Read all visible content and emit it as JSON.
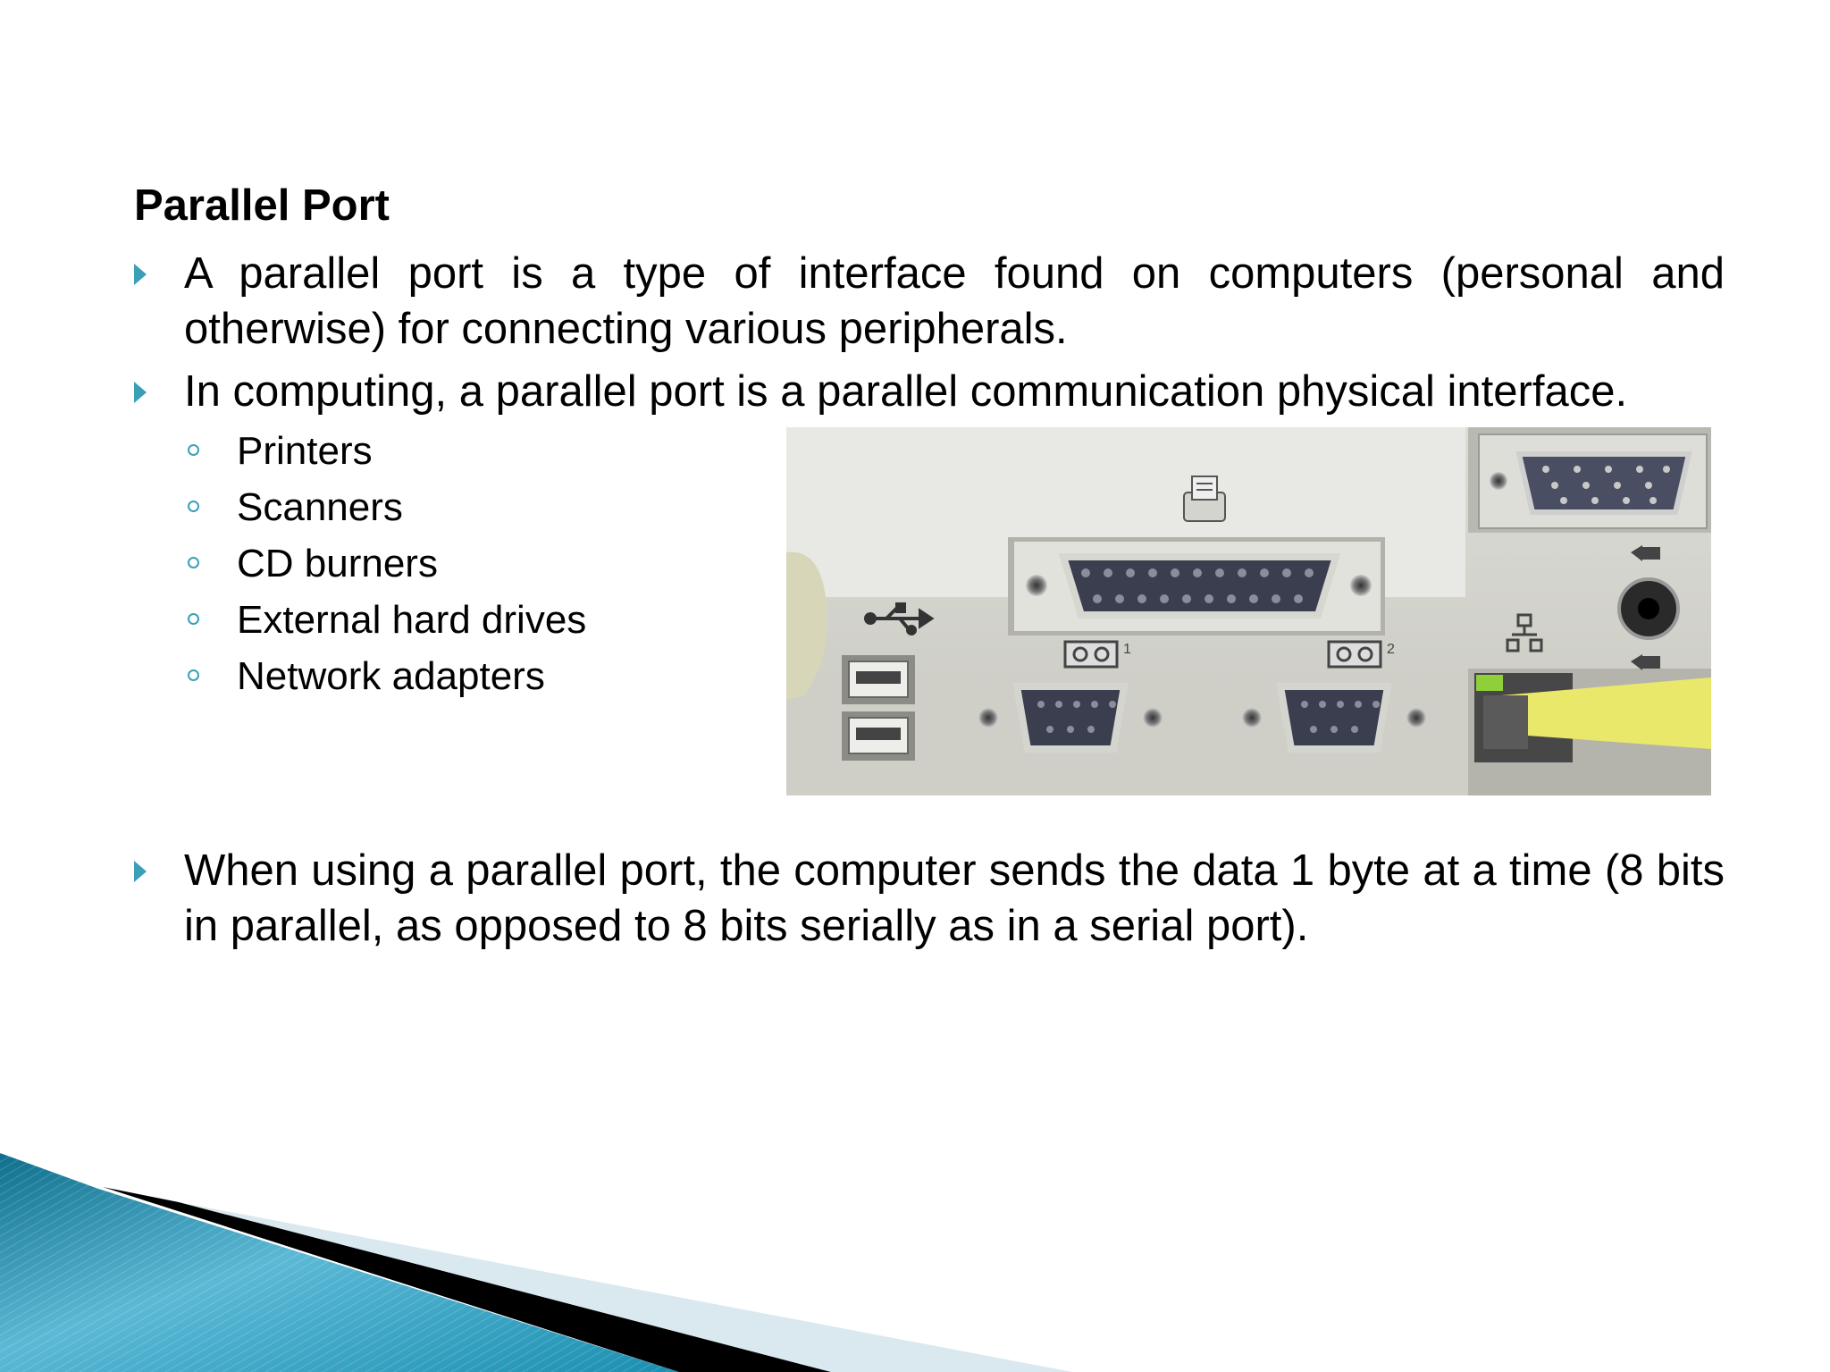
{
  "slide": {
    "title": "Parallel Port",
    "bullets": [
      "A parallel port is a type of interface found on computers (personal and otherwise) for connecting various peripherals.",
      "In computing, a parallel port is a parallel communication physical interface.",
      "When using a parallel port, the computer sends the data 1 byte at a time (8 bits in parallel, as opposed to 8 bits serially as in a serial port)."
    ],
    "sub_bullets": [
      "Printers",
      "Scanners",
      "CD burners",
      "External hard drives",
      "Network adapters"
    ],
    "photo_port_labels": [
      "1",
      "2"
    ]
  },
  "colors": {
    "accent": "#3aa0b8",
    "deco_teal": "#1a8fb0",
    "deco_black": "#000000"
  },
  "icons": [
    "bullet-arrow-icon",
    "sub-bullet-circle-icon",
    "usb-icon",
    "printer-icon",
    "network-icon",
    "audio-icon"
  ]
}
